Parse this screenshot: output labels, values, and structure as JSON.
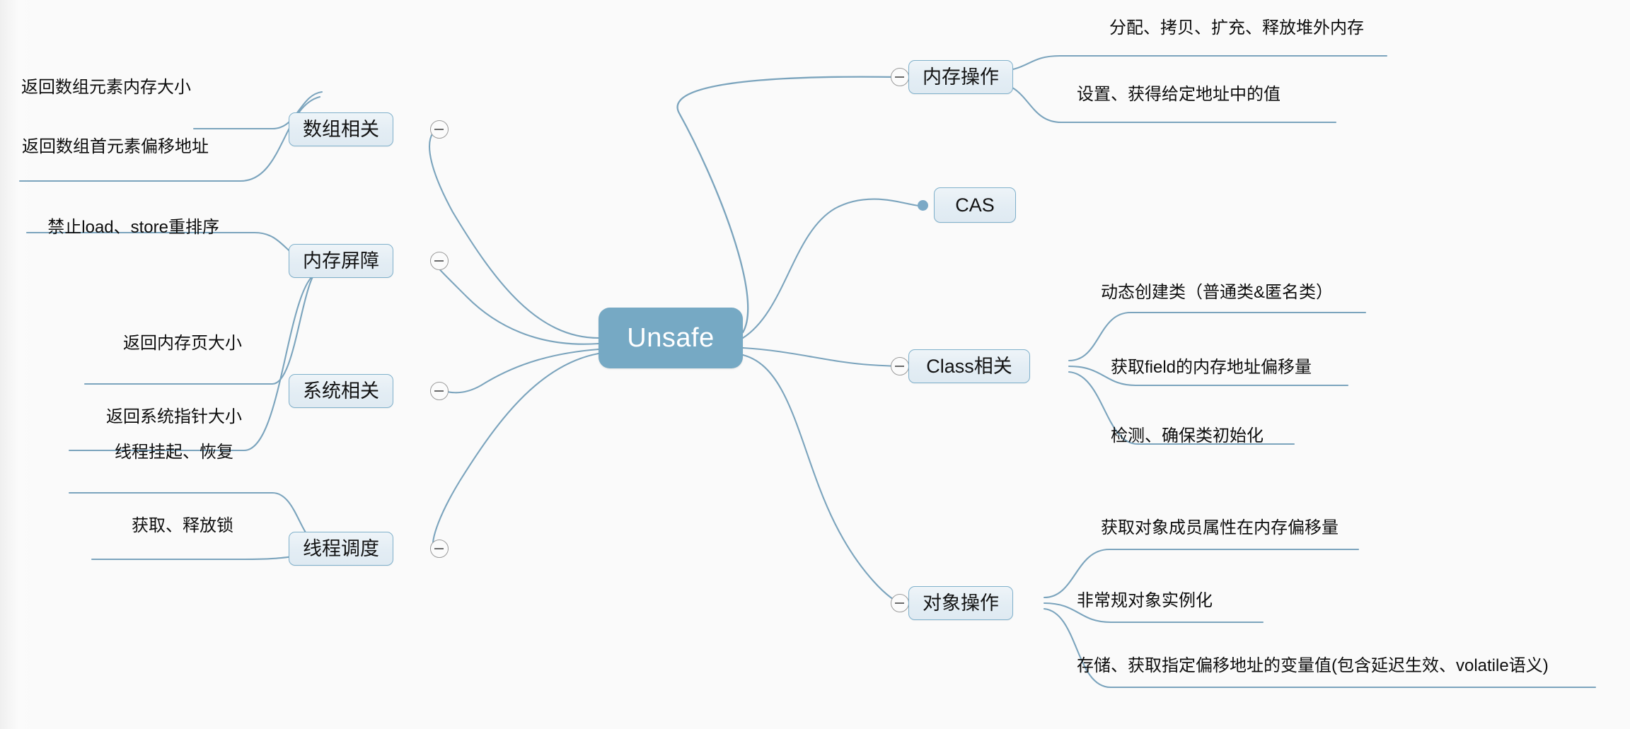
{
  "document": {
    "title": "Unsafe",
    "type": "mind-map",
    "background_color": "#fafafa"
  },
  "colors": {
    "root_fill": "#76a9c4",
    "root_text": "#ffffff",
    "branch_fill": "#e5eef5",
    "branch_border": "#7fb0cb",
    "edge_stroke": "#7ba4bd",
    "leaf_text": "#0d0d0d",
    "collapse_border": "#9b9b9b"
  },
  "root": {
    "label": "Unsafe"
  },
  "branches": [
    {
      "id": "array",
      "label": "数组相关",
      "side": "left",
      "marker": "collapse",
      "children": [
        {
          "label": "返回数组元素内存大小"
        },
        {
          "label": "返回数组首元素偏移地址"
        }
      ]
    },
    {
      "id": "memory-barrier",
      "label": "内存屏障",
      "side": "left",
      "marker": "collapse",
      "children": [
        {
          "label": "禁止load、store重排序"
        }
      ]
    },
    {
      "id": "system",
      "label": "系统相关",
      "side": "left",
      "marker": "collapse",
      "children": [
        {
          "label": "返回内存页大小"
        },
        {
          "label": "返回系统指针大小"
        }
      ]
    },
    {
      "id": "thread-schedule",
      "label": "线程调度",
      "side": "left",
      "marker": "collapse",
      "children": [
        {
          "label": "线程挂起、恢复"
        },
        {
          "label": "获取、释放锁"
        }
      ]
    },
    {
      "id": "memory-op",
      "label": "内存操作",
      "side": "right",
      "marker": "collapse",
      "children": [
        {
          "label": "分配、拷贝、扩充、释放堆外内存"
        },
        {
          "label": "设置、获得给定地址中的值"
        }
      ]
    },
    {
      "id": "cas",
      "label": "CAS",
      "side": "right",
      "marker": "dot",
      "children": []
    },
    {
      "id": "class",
      "label": "Class相关",
      "side": "right",
      "marker": "collapse",
      "children": [
        {
          "label": "动态创建类（普通类&匿名类）"
        },
        {
          "label": "获取field的内存地址偏移量"
        },
        {
          "label": "检测、确保类初始化"
        }
      ]
    },
    {
      "id": "object-op",
      "label": "对象操作",
      "side": "right",
      "marker": "collapse",
      "children": [
        {
          "label": "获取对象成员属性在内存偏移量"
        },
        {
          "label": "非常规对象实例化"
        },
        {
          "label": "存储、获取指定偏移地址的变量值(包含延迟生效、volatile语义)"
        }
      ]
    }
  ]
}
